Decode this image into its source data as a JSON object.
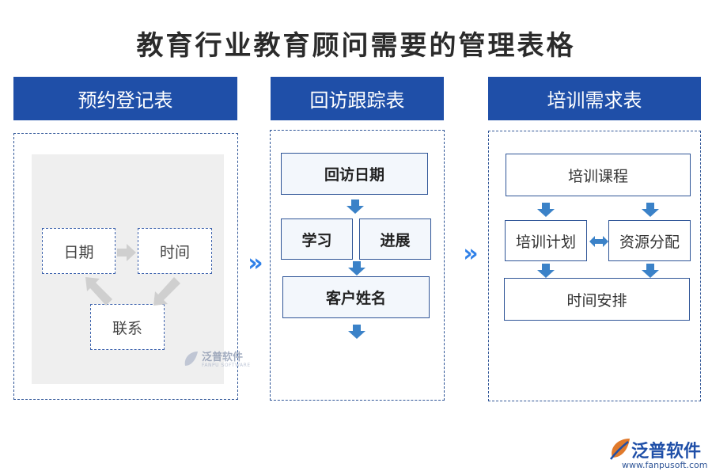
{
  "title": "教育行业教育顾问需要的管理表格",
  "columns": [
    {
      "header": "预约登记表",
      "boxes": {
        "date": "日期",
        "time": "时间",
        "contact": "联系"
      }
    },
    {
      "header": "回访跟踪表",
      "boxes": {
        "visit_date": "回访日期",
        "study": "学习",
        "progress": "进展",
        "customer_name": "客户姓名"
      }
    },
    {
      "header": "培训需求表",
      "boxes": {
        "course": "培训课程",
        "plan": "培训计划",
        "resource": "资源分配",
        "schedule": "时间安排"
      }
    }
  ],
  "separator_glyph": "»",
  "watermark": {
    "name": "泛普软件",
    "sub": "FANPU SOFTWARE"
  },
  "brand": {
    "name": "泛普软件",
    "url": "www.fanpusoft.com"
  },
  "colors": {
    "header_bg": "#1f4fa8",
    "arrow_blue": "#3b82c8",
    "arrow_gray": "#cfcfcf",
    "dashed_border": "#2f5597",
    "chevron": "#2f80e8"
  }
}
